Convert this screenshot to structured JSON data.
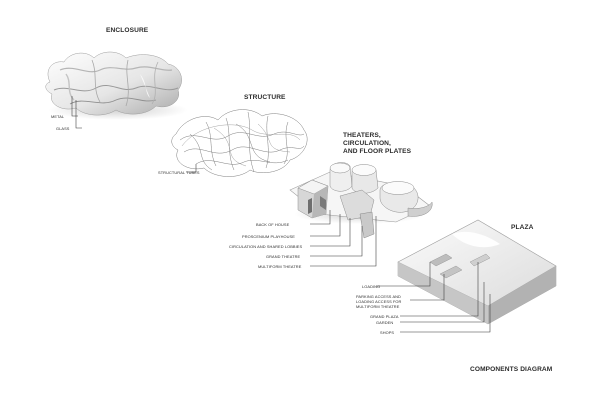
{
  "diagram": {
    "title": "COMPONENTS DIAGRAM",
    "layers": [
      {
        "title": "ENCLOSURE",
        "labels": [
          "METAL",
          "GLASS"
        ]
      },
      {
        "title": "STRUCTURE",
        "labels": [
          "STRUCTURAL TUBES"
        ]
      },
      {
        "title": "THEATERS,\nCIRCULATION,\nAND FLOOR PLATES",
        "labels": [
          "BACK OF HOUSE",
          "PROSCENIUM PLAYHOUSE",
          "CIRCULATION AND SHARED LOBBIES",
          "GRAND THEATRE",
          "MULTIFORM THEATRE"
        ]
      },
      {
        "title": "PLAZA",
        "labels": [
          "LOADING",
          "PARKING ACCESS AND\nLOADING ACCESS FOR\nMULTIFORM THEATRE",
          "GRAND PLAZA",
          "GARDEN",
          "SHOPS"
        ]
      }
    ]
  },
  "colors": {
    "ink": "#2b2b2b",
    "surface": "#f2f2f2",
    "shade": "#bcbcbc",
    "wire": "#8a8a8a"
  }
}
